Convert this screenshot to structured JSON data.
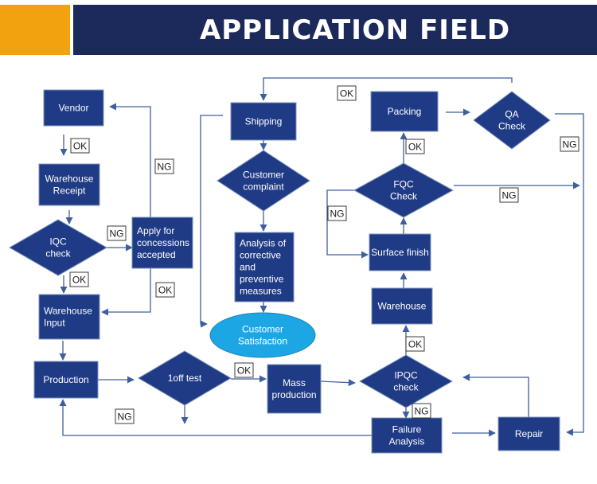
{
  "header": {
    "title": "APPLICATION FIELD"
  },
  "nodes": {
    "vendor": [
      "Vendor"
    ],
    "warehouse_receipt": [
      "Warehouse",
      "Receipt"
    ],
    "iqc_check": [
      "IQC",
      "check"
    ],
    "apply_concessions": [
      "Apply for",
      "concessions",
      "accepted"
    ],
    "warehouse_input": [
      "Warehouse",
      "Input"
    ],
    "production": [
      "Production"
    ],
    "oneoff_test": [
      "1off test"
    ],
    "mass_production": [
      "Mass",
      "production"
    ],
    "shipping": [
      "Shipping"
    ],
    "customer_complaint": [
      "Customer",
      "complaint"
    ],
    "analysis": [
      "Analysis of",
      "corrective",
      "and",
      "preventive",
      "measures"
    ],
    "customer_satisfaction": [
      "Customer",
      "Satisfaction"
    ],
    "packing": [
      "Packing"
    ],
    "qa_check": [
      "QA",
      "Check"
    ],
    "fqc_check": [
      "FQC",
      "Check"
    ],
    "surface_finish": [
      "Surface finish"
    ],
    "warehouse": [
      "Warehouse"
    ],
    "ipqc_check": [
      "IPQC",
      "check"
    ],
    "failure_analysis": [
      "Failure",
      "Analysis"
    ],
    "repair": [
      "Repair"
    ]
  },
  "tags": {
    "ok": "OK",
    "ng": "NG"
  }
}
